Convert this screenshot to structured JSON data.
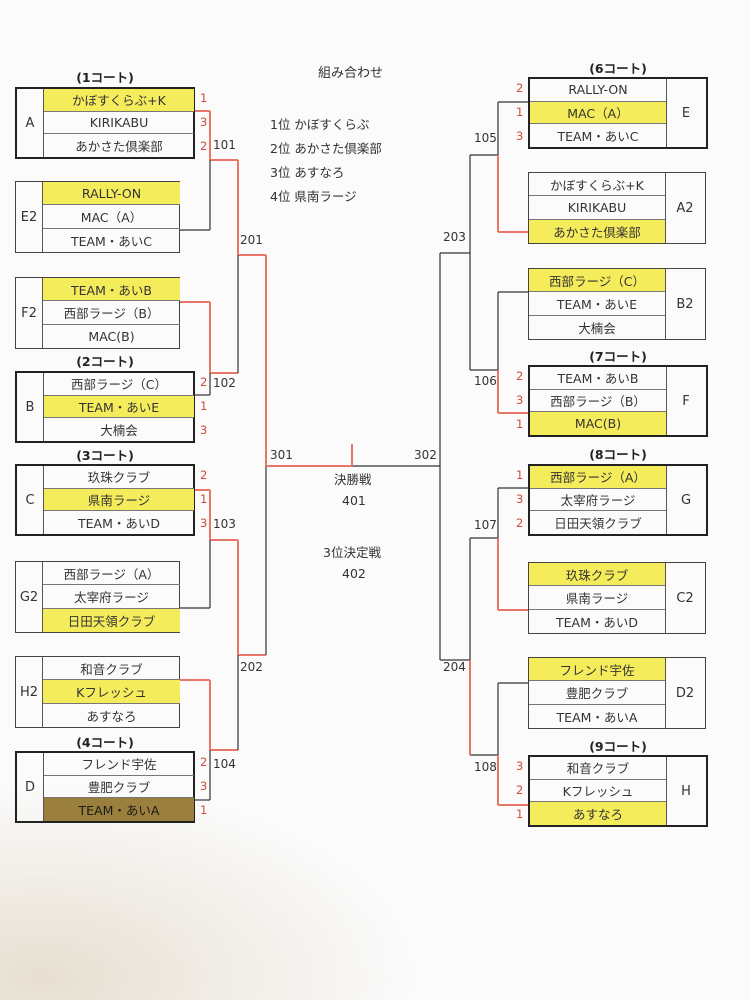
{
  "title": "組み合わせ",
  "standings": [
    "1位 かぼすくらぶ",
    "2位 あかさた倶楽部",
    "3位 あすなろ",
    "4位 県南ラージ"
  ],
  "final_label": "決勝戦",
  "final_number": "401",
  "third_label": "3位決定戦",
  "third_number": "402",
  "matches": [
    "101",
    "102",
    "103",
    "104",
    "105",
    "106",
    "107",
    "108",
    "201",
    "202",
    "203",
    "204",
    "301",
    "302"
  ],
  "courts": [
    "(1コート)",
    "(2コート)",
    "(3コート)",
    "(4コート)",
    "(6コート)",
    "(7コート)",
    "(8コート)",
    "(9コート)"
  ],
  "colors": {
    "highlight": "#f5ec5c",
    "dark_highlight": "#9b7f3c",
    "rank_text": "#d24a3b",
    "win_line": "#e8776a",
    "line": "#333333"
  },
  "groups": [
    {
      "letter": "A",
      "teams": [
        "かぼすくらぶ+K",
        "KIRIKABU",
        "あかさた倶楽部"
      ],
      "ranks": [
        "1",
        "3",
        "2"
      ],
      "highlight": [
        0
      ]
    },
    {
      "letter": "E2",
      "teams": [
        "RALLY-ON",
        "MAC（A）",
        "TEAM・あいC"
      ],
      "ranks": [],
      "highlight": [
        0
      ]
    },
    {
      "letter": "F2",
      "teams": [
        "TEAM・あいB",
        "西部ラージ（B）",
        "MAC(B)"
      ],
      "ranks": [],
      "highlight": [
        0
      ]
    },
    {
      "letter": "B",
      "teams": [
        "西部ラージ（C）",
        "TEAM・あいE",
        "大楠会"
      ],
      "ranks": [
        "2",
        "1",
        "3"
      ],
      "highlight": [
        1
      ]
    },
    {
      "letter": "C",
      "teams": [
        "玖珠クラブ",
        "県南ラージ",
        "TEAM・あいD"
      ],
      "ranks": [
        "2",
        "1",
        "3"
      ],
      "highlight": [
        1
      ]
    },
    {
      "letter": "G2",
      "teams": [
        "西部ラージ（A）",
        "太宰府ラージ",
        "日田天領クラブ"
      ],
      "ranks": [],
      "highlight": [
        2
      ]
    },
    {
      "letter": "H2",
      "teams": [
        "和音クラブ",
        "Kフレッシュ",
        "あすなろ"
      ],
      "ranks": [],
      "highlight": [
        1
      ]
    },
    {
      "letter": "D",
      "teams": [
        "フレンド宇佐",
        "豊肥クラブ",
        "TEAM・あいA"
      ],
      "ranks": [
        "2",
        "3",
        "1"
      ],
      "highlight": [
        2
      ]
    },
    {
      "letter": "E",
      "teams": [
        "RALLY-ON",
        "MAC（A）",
        "TEAM・あいC"
      ],
      "ranks": [
        "2",
        "1",
        "3"
      ],
      "highlight": [
        1
      ]
    },
    {
      "letter": "A2",
      "teams": [
        "かぼすくらぶ+K",
        "KIRIKABU",
        "あかさた倶楽部"
      ],
      "ranks": [],
      "highlight": [
        2
      ]
    },
    {
      "letter": "B2",
      "teams": [
        "西部ラージ（C）",
        "TEAM・あいE",
        "大楠会"
      ],
      "ranks": [],
      "highlight": [
        0
      ]
    },
    {
      "letter": "F",
      "teams": [
        "TEAM・あいB",
        "西部ラージ（B）",
        "MAC(B)"
      ],
      "ranks": [
        "2",
        "3",
        "1"
      ],
      "highlight": [
        2
      ]
    },
    {
      "letter": "G",
      "teams": [
        "西部ラージ（A）",
        "太宰府ラージ",
        "日田天領クラブ"
      ],
      "ranks": [
        "1",
        "3",
        "2"
      ],
      "highlight": [
        0
      ]
    },
    {
      "letter": "C2",
      "teams": [
        "玖珠クラブ",
        "県南ラージ",
        "TEAM・あいD"
      ],
      "ranks": [],
      "highlight": [
        0
      ]
    },
    {
      "letter": "D2",
      "teams": [
        "フレンド宇佐",
        "豊肥クラブ",
        "TEAM・あいA"
      ],
      "ranks": [],
      "highlight": [
        0
      ]
    },
    {
      "letter": "H",
      "teams": [
        "和音クラブ",
        "Kフレッシュ",
        "あすなろ"
      ],
      "ranks": [
        "3",
        "2",
        "1"
      ],
      "highlight": [
        2
      ]
    }
  ]
}
